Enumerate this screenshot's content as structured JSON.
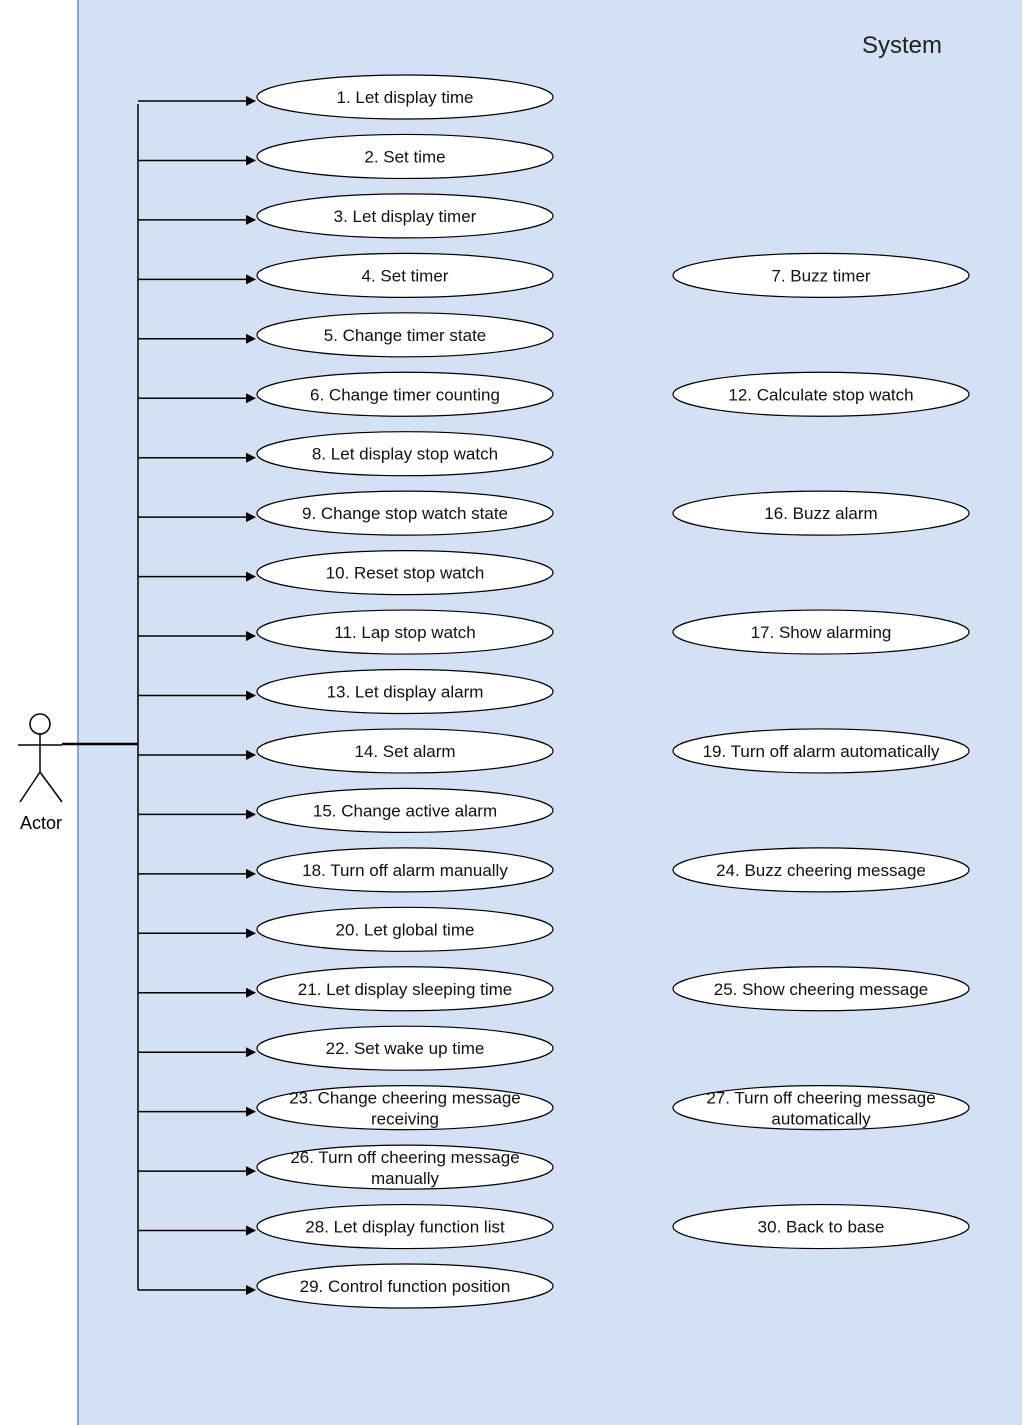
{
  "system": {
    "label": "System"
  },
  "actor": {
    "label": "Actor"
  },
  "left_use_cases": [
    {
      "lines": [
        "1. Let display time"
      ]
    },
    {
      "lines": [
        "2. Set time"
      ]
    },
    {
      "lines": [
        "3. Let display timer"
      ]
    },
    {
      "lines": [
        "4. Set timer"
      ]
    },
    {
      "lines": [
        "5. Change timer state"
      ]
    },
    {
      "lines": [
        "6. Change timer counting"
      ]
    },
    {
      "lines": [
        "8. Let display stop watch"
      ]
    },
    {
      "lines": [
        "9. Change stop watch state"
      ]
    },
    {
      "lines": [
        "10. Reset stop watch"
      ]
    },
    {
      "lines": [
        "11. Lap stop watch"
      ]
    },
    {
      "lines": [
        "13. Let display alarm"
      ]
    },
    {
      "lines": [
        "14. Set alarm"
      ]
    },
    {
      "lines": [
        "15. Change active alarm"
      ]
    },
    {
      "lines": [
        "18. Turn off alarm manually"
      ]
    },
    {
      "lines": [
        "20. Let global time"
      ]
    },
    {
      "lines": [
        "21. Let display sleeping time"
      ]
    },
    {
      "lines": [
        "22. Set wake up time"
      ]
    },
    {
      "lines": [
        "23. Change cheering message",
        "receiving"
      ]
    },
    {
      "lines": [
        "26. Turn off cheering message",
        "manually"
      ]
    },
    {
      "lines": [
        "28. Let display function list"
      ]
    },
    {
      "lines": [
        "29. Control function position"
      ]
    }
  ],
  "right_use_cases": [
    {
      "row": 3,
      "lines": [
        "7. Buzz timer"
      ]
    },
    {
      "row": 5,
      "lines": [
        "12. Calculate stop watch"
      ]
    },
    {
      "row": 7,
      "lines": [
        "16. Buzz alarm"
      ]
    },
    {
      "row": 9,
      "lines": [
        "17. Show alarming"
      ]
    },
    {
      "row": 11,
      "lines": [
        "19. Turn off alarm automatically"
      ]
    },
    {
      "row": 13,
      "lines": [
        "24. Buzz cheering message"
      ]
    },
    {
      "row": 15,
      "lines": [
        "25. Show cheering message"
      ]
    },
    {
      "row": 17,
      "lines": [
        "27. Turn off cheering message",
        "automatically"
      ]
    },
    {
      "row": 19,
      "lines": [
        "30. Back to base"
      ]
    }
  ],
  "colors": {
    "system_fill": "#d4e1f5",
    "system_border": "#6c8ebf",
    "ellipse_fill": "#ffffff",
    "stroke": "#000000"
  }
}
